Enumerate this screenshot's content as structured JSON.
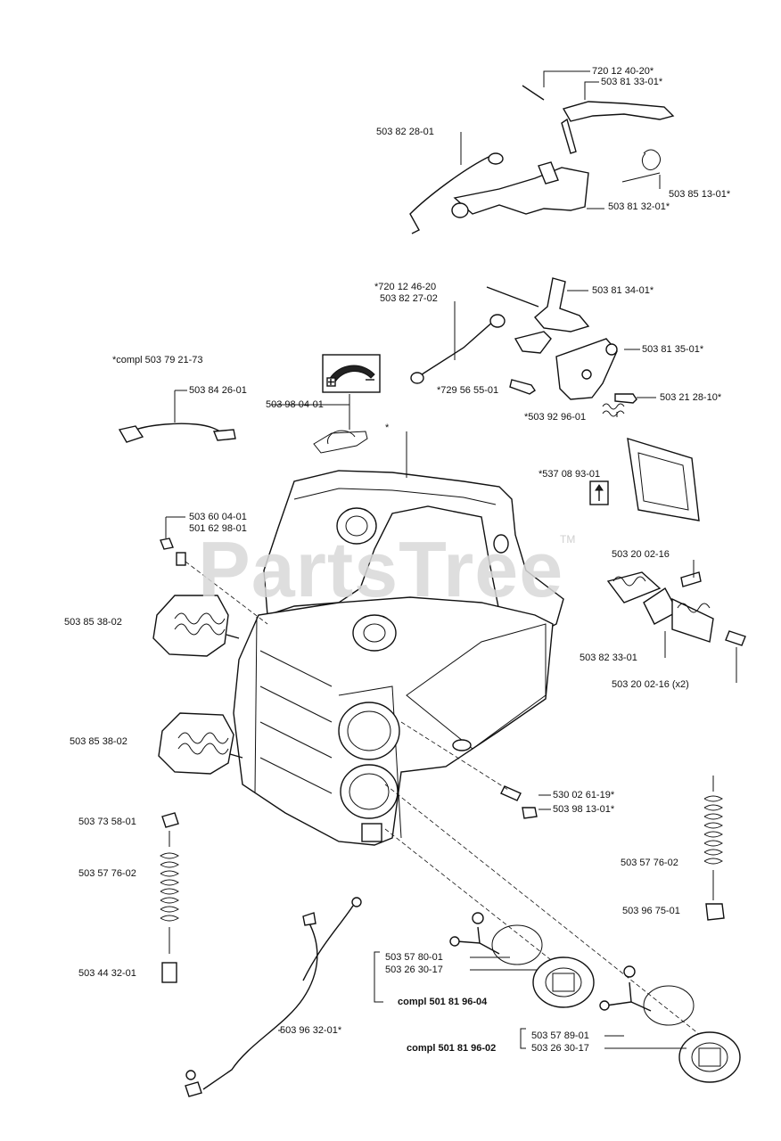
{
  "watermark": {
    "text": "PartsTree",
    "tm": "TM"
  },
  "labels": [
    {
      "id": "p720-12-40-20",
      "text": "720 12 40-20*"
    },
    {
      "id": "p503-81-33-01",
      "text": "503 81 33-01*"
    },
    {
      "id": "p503-82-28-01",
      "text": "503 82 28-01"
    },
    {
      "id": "p503-85-13-01",
      "text": "503 85 13-01*"
    },
    {
      "id": "p503-81-32-01",
      "text": "503 81 32-01*"
    },
    {
      "id": "p720-12-46-20",
      "text": "*720 12 46-20"
    },
    {
      "id": "p503-82-27-02",
      "text": "503 82 27-02"
    },
    {
      "id": "p503-81-34-01",
      "text": "503 81 34-01*"
    },
    {
      "id": "p503-81-35-01",
      "text": "503 81 35-01*"
    },
    {
      "id": "compl-503-79-21-73",
      "text": "*compl 503 79 21-73"
    },
    {
      "id": "p503-84-26-01",
      "text": "503 84 26-01"
    },
    {
      "id": "p729-56-55-01",
      "text": "*729 56 55-01"
    },
    {
      "id": "p503-21-28-10",
      "text": "503 21 28-10*"
    },
    {
      "id": "p503-98-04-01",
      "text": "503 98 04-01"
    },
    {
      "id": "p503-92-96-01",
      "text": "*503 92 96-01"
    },
    {
      "id": "asterisk-mark",
      "text": "*"
    },
    {
      "id": "p537-08-93-01",
      "text": "*537 08 93-01"
    },
    {
      "id": "p503-60-04-01",
      "text": "503 60 04-01"
    },
    {
      "id": "p501-62-98-01",
      "text": "501 62 98-01"
    },
    {
      "id": "p503-20-02-16a",
      "text": "503 20 02-16"
    },
    {
      "id": "p503-85-38-02a",
      "text": "503 85 38-02"
    },
    {
      "id": "p503-82-33-01",
      "text": "503 82 33-01"
    },
    {
      "id": "p503-20-02-16b",
      "text": "503 20 02-16 (x2)"
    },
    {
      "id": "p503-85-38-02b",
      "text": "503 85 38-02"
    },
    {
      "id": "p530-02-61-19",
      "text": "530 02 61-19*"
    },
    {
      "id": "p503-98-13-01",
      "text": "503 98 13-01*"
    },
    {
      "id": "p503-73-58-01",
      "text": "503 73 58-01"
    },
    {
      "id": "p503-57-76-02a",
      "text": "503 57 76-02"
    },
    {
      "id": "p503-57-76-02b",
      "text": "503 57 76-02"
    },
    {
      "id": "p503-96-75-01",
      "text": "503 96 75-01"
    },
    {
      "id": "p503-57-80-01",
      "text": "503 57 80-01"
    },
    {
      "id": "p503-26-30-17a",
      "text": "503 26 30-17"
    },
    {
      "id": "compl-501-81-96-04",
      "text": "compl 501 81 96-04"
    },
    {
      "id": "p503-44-32-01",
      "text": "503 44 32-01"
    },
    {
      "id": "p503-96-32-01",
      "text": "503 96 32-01*"
    },
    {
      "id": "p503-57-89-01",
      "text": "503 57 89-01"
    },
    {
      "id": "compl-501-81-96-02",
      "text": "compl 501 81 96-02"
    },
    {
      "id": "p503-26-30-17b",
      "text": "503 26 30-17"
    }
  ]
}
